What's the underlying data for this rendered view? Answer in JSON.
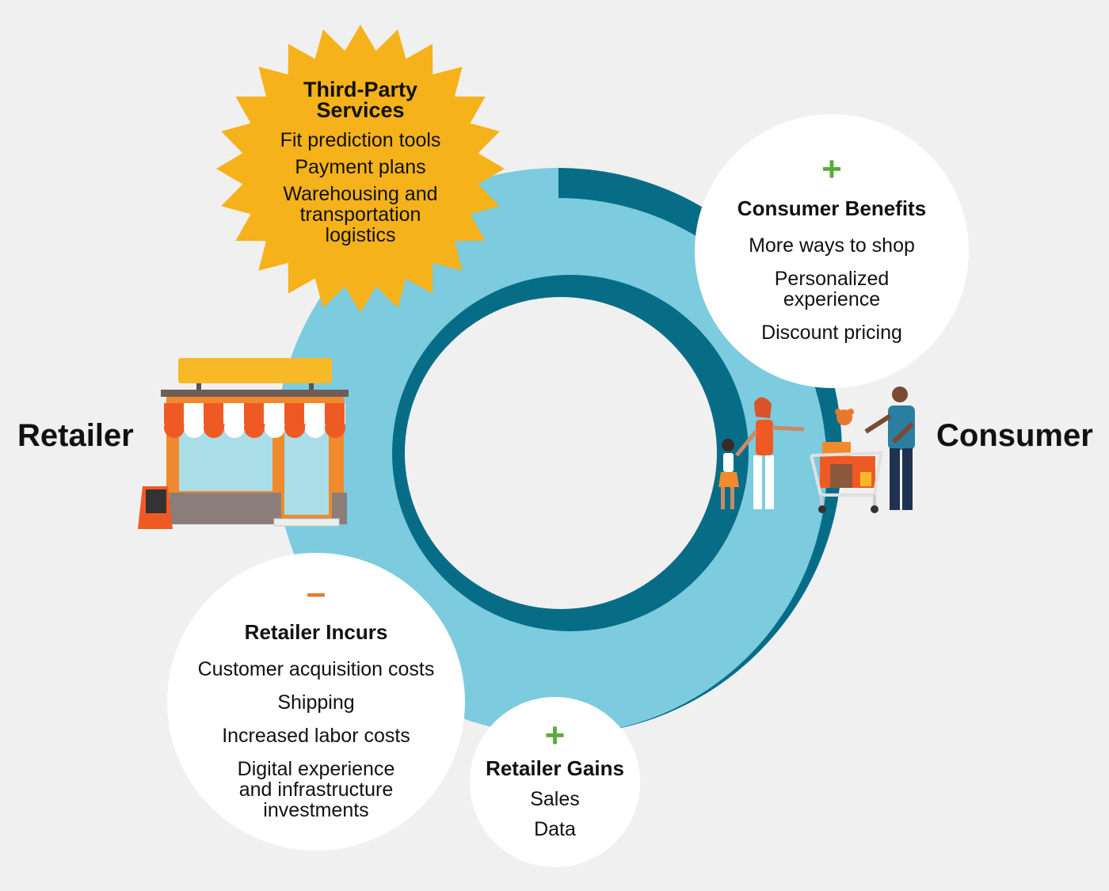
{
  "labels": {
    "retailer": "Retailer",
    "consumer": "Consumer"
  },
  "third_party": {
    "title": "Third-Party Services",
    "items": [
      "Fit prediction tools",
      "Payment plans",
      "Warehousing and transportation logistics"
    ]
  },
  "consumer_benefits": {
    "sign": "+",
    "title": "Consumer Benefits",
    "items": [
      "More ways to shop",
      "Personalized experience",
      "Discount pricing"
    ]
  },
  "retailer_incurs": {
    "sign": "–",
    "title": "Retailer Incurs",
    "items": [
      "Customer acquisition costs",
      "Shipping",
      "Increased labor costs",
      "Digital experience and infrastructure investments"
    ]
  },
  "retailer_gains": {
    "sign": "+",
    "title": "Retailer Gains",
    "items": [
      "Sales",
      "Data"
    ]
  },
  "colors": {
    "background": "#f0f0f0",
    "ring_light": "#7ccbde",
    "ring_dark": "#076d87",
    "burst": "#f5b21b",
    "plus": "#5aaa3c",
    "minus": "#e8792b"
  },
  "icons": [
    "storefront-icon",
    "family-shoppers-icon",
    "shopping-cart-icon"
  ]
}
